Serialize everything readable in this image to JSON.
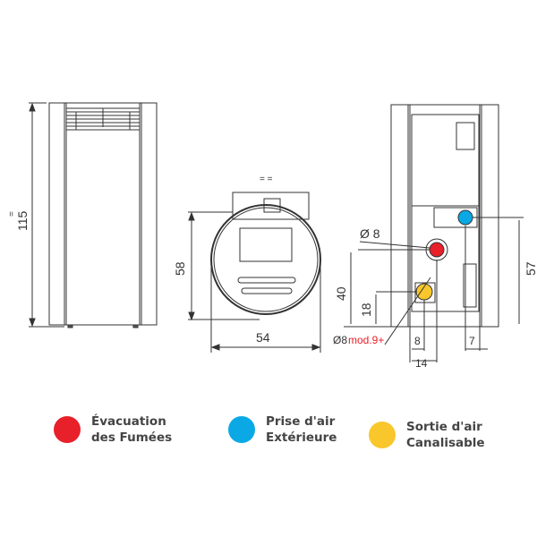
{
  "front_view": {
    "height_label": "115",
    "equal_mark": "="
  },
  "top_view": {
    "depth_label": "58",
    "width_label": "54",
    "equal_mark": "= ="
  },
  "rear_view": {
    "fume_diameter_label": "Ø 8",
    "fume_height_label": "40",
    "air_in_height_label": "57",
    "canal_height_label": "18",
    "canal_diameter_label": "Ø8",
    "canal_model_label": "mod.9+",
    "offset_8_label": "8",
    "offset_14_label": "14",
    "offset_7_label": "7"
  },
  "legend": [
    {
      "color": "#e8202a",
      "line1": "Évacuation",
      "line2": "des Fumées"
    },
    {
      "color": "#0aa9e6",
      "line1": "Prise d'air",
      "line2": "Extérieure"
    },
    {
      "color": "#f9c72c",
      "line1": "Sortie d'air",
      "line2": "Canalisable"
    }
  ],
  "colors": {
    "model_label": "#e8202a"
  }
}
